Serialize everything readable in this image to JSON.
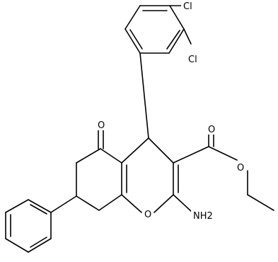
{
  "labels": {
    "cl_top": "Cl",
    "cl_bottom": "Cl",
    "ketone_o": "O",
    "ester_o_carbonyl": "O",
    "ester_o_ether": "O",
    "ring_o": "O",
    "amine": "NH2"
  },
  "colors": {
    "bond": "#000000",
    "label": "#000000",
    "background": "#ffffff"
  }
}
